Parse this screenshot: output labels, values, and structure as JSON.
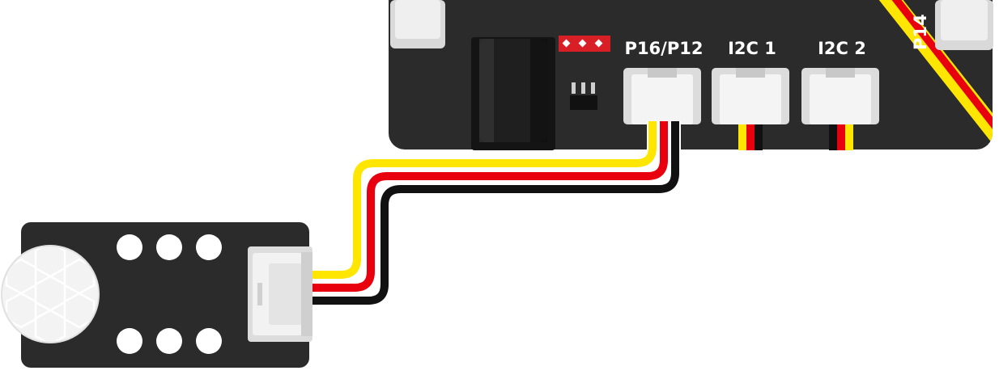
{
  "board": {
    "port_labels": {
      "p16_p12": "P16/P12",
      "i2c1": "I2C 1",
      "i2c2": "I2C 2",
      "p14": "P14"
    }
  },
  "wire_colors": {
    "signal": "#FFE600",
    "power": "#E8000F",
    "ground": "#111111"
  },
  "colors": {
    "board": "#2b2b2b",
    "connector": "#f2f2f2",
    "header_pins": "#d81f26"
  }
}
